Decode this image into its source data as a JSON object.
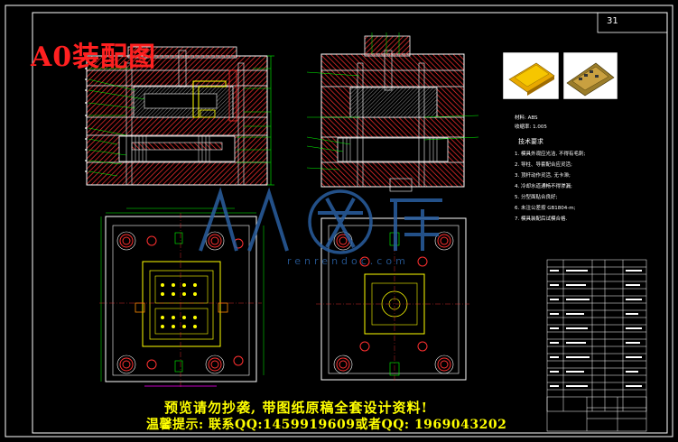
{
  "title": "A0装配图",
  "sheet_number": "31",
  "watermark": "renrendoc.com",
  "notes": {
    "heading": "技术要求",
    "material_label": "材料: ABS",
    "shrink_label": "收缩率: 1.005",
    "lines": [
      "1. 模具外观应光洁, 不得有毛刺;",
      "2. 导柱、导套配合应灵活;",
      "3. 顶杆动作灵活, 无卡滞;",
      "4. 冷却水道通畅不得渗漏;",
      "5. 分型面贴合良好;",
      "6. 未注公差按 GB1804-m;",
      "7. 模具装配后试模合格."
    ]
  },
  "footer": {
    "line1": "预览请勿抄袭, 带图纸原稿全套设计资料!",
    "line2": "温馨提示: 联系QQ:1459919609或者QQ: 1969043202"
  },
  "colors": {
    "background": "#000000",
    "border": "#ffffff",
    "plate_hatch": "#ff3030",
    "highlight": "#ffff00",
    "dimension": "#00ff00",
    "leader": "#00ff00",
    "title_red": "#ff2020",
    "watermark_blue": "#2a5fa0"
  }
}
